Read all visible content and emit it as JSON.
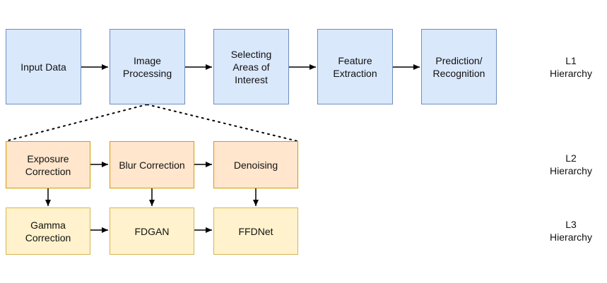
{
  "l1": {
    "nodes": [
      "Input Data",
      "Image\nProcessing",
      "Selecting\nAreas of\nInterest",
      "Feature\nExtraction",
      "Prediction/\nRecognition"
    ],
    "label": "L1\nHierarchy"
  },
  "l2": {
    "nodes": [
      "Exposure\nCorrection",
      "Blur Correction",
      "Denoising"
    ],
    "label": "L2\nHierarchy"
  },
  "l3": {
    "nodes": [
      "Gamma\nCorrection",
      "FDGAN",
      "FFDNet"
    ],
    "label": "L3\nHierarchy"
  },
  "colors": {
    "l1_fill": "#dae8fc",
    "l1_stroke": "#6c8ebf",
    "l2_fill": "#ffe6cc",
    "l2_stroke": "#d79b00",
    "l3_fill": "#fff2cc",
    "l3_stroke": "#d6b656",
    "arrow": "#000000"
  }
}
